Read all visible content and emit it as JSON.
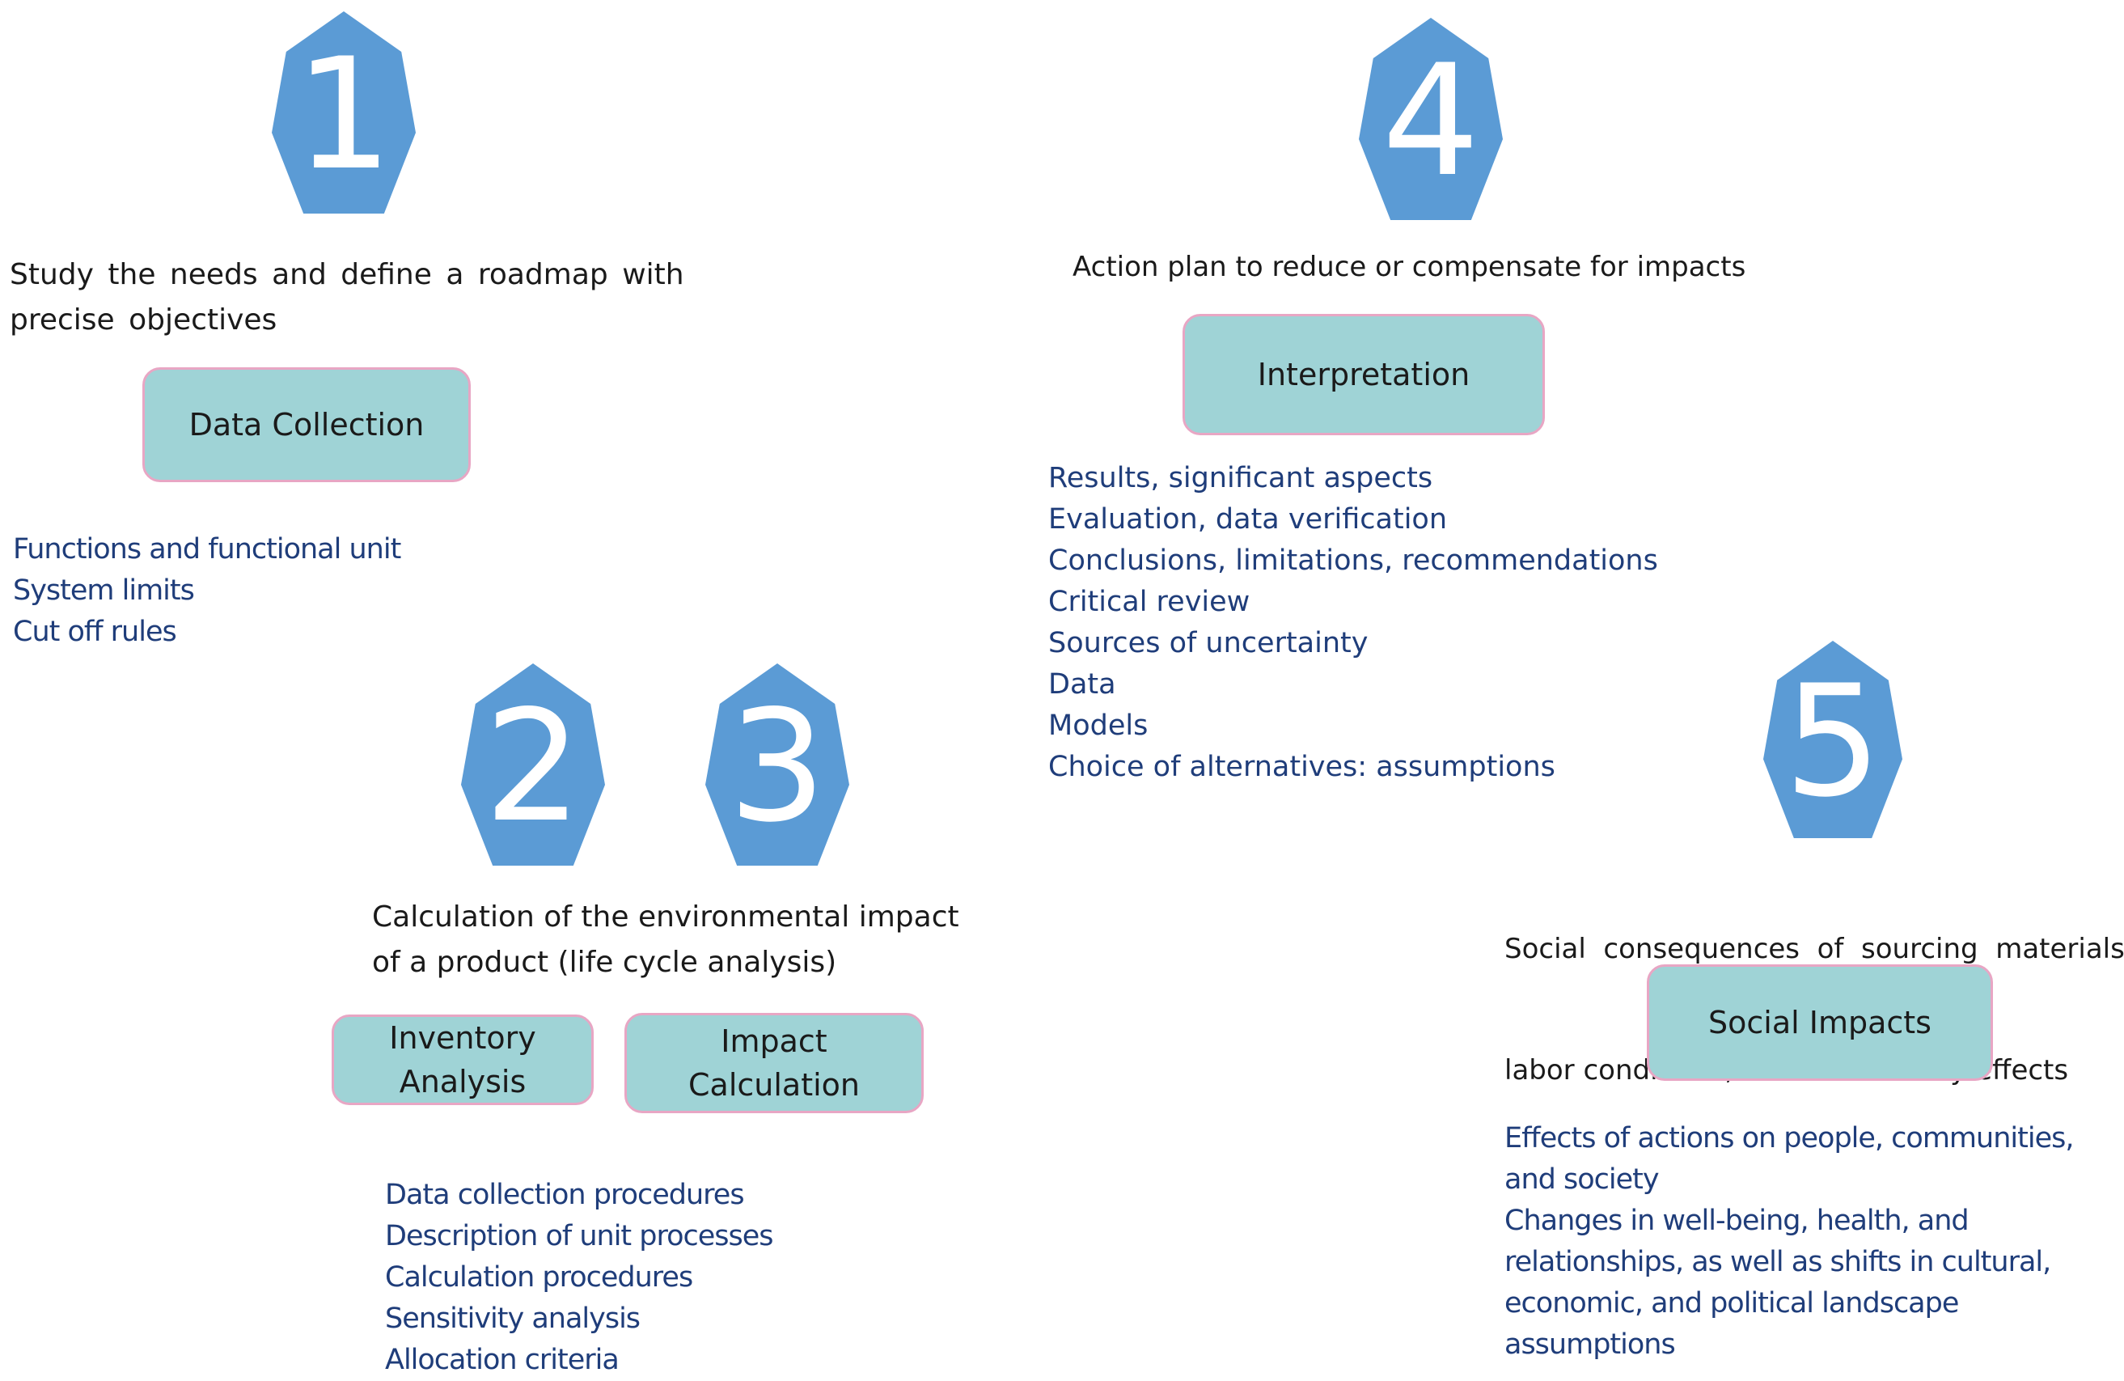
{
  "colors": {
    "heptagon_fill": "#5b9bd5",
    "box_fill": "#9fd3d6",
    "box_border": "#e8a6c4",
    "list_text": "#1f3d7a",
    "description_text": "#1a1a1a"
  },
  "step1": {
    "number": "1",
    "description": [
      "Study the needs and define a roadmap with",
      "precise objectives"
    ],
    "box_label": "Data Collection",
    "items": [
      "Functions and functional unit",
      "System limits",
      "Cut off rules"
    ]
  },
  "step23": {
    "number_a": "2",
    "number_b": "3",
    "description": [
      "Calculation of the environmental impact",
      "of a product (life cycle analysis)"
    ],
    "box_a_label": [
      "Inventory",
      "Analysis"
    ],
    "box_b_label": [
      "Impact",
      "Calculation"
    ],
    "items": [
      "Data collection procedures",
      "Description of unit processes",
      "Calculation procedures",
      "Sensitivity analysis",
      "Allocation criteria"
    ]
  },
  "step4": {
    "number": "4",
    "description": "Action plan to reduce or compensate for impacts",
    "box_label": "Interpretation",
    "items": [
      "Results, significant aspects",
      "Evaluation, data verification",
      "Conclusions, limitations, recommendations",
      "Critical review",
      "Sources of uncertainty",
      "Data",
      "Models",
      "Choice of alternatives: assumptions"
    ]
  },
  "step5": {
    "number": "5",
    "description": [
      "Social  consequences  of  sourcing  materials,",
      "labor conditions,  and community effects"
    ],
    "box_label": "Social Impacts",
    "items": [
      "Effects of actions on people, communities,",
      "and society",
      "Changes in well-being, health, and",
      "relationships, as well as shifts in cultural,",
      "economic, and political landscape",
      "assumptions"
    ]
  }
}
